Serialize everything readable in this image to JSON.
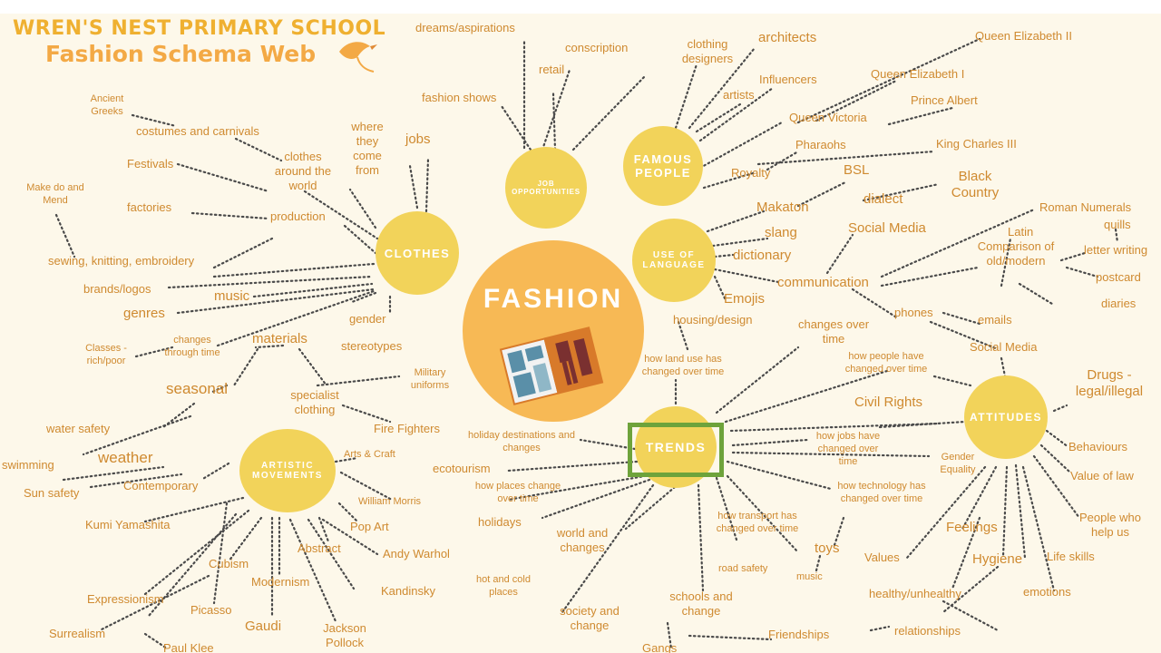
{
  "header": {
    "school": "WREN'S NEST PRIMARY SCHOOL",
    "subtitle": "Fashion Schema Web"
  },
  "center": {
    "label": "FASHION"
  },
  "hubs": {
    "clothes": "CLOTHES",
    "job": "JOB OPPORTUNITIES",
    "famous": "FAMOUS PEOPLE",
    "language": "USE OF LANGUAGE",
    "trends": "TRENDS",
    "artistic": "ARTISTIC MOVEMENTS",
    "attitudes": "ATTITUDES"
  },
  "labels": {
    "dreams": "dreams/aspirations",
    "conscription": "conscription",
    "retail": "retail",
    "fashion_shows": "fashion shows",
    "clothing_designers": "clothing designers",
    "architects": "architects",
    "artists": "artists",
    "influencers": "Influencers",
    "queen_e2": "Queen Elizabeth II",
    "queen_e1": "Queen Elizabeth I",
    "prince_albert": "Prince Albert",
    "queen_victoria": "Queen Victoria",
    "pharaohs": "Pharaohs",
    "king_charles": "King Charles III",
    "royalty": "Royalty",
    "bsl": "BSL",
    "black_country": "Black Country",
    "dialect": "dialect",
    "makaton": "Makaton",
    "slang": "slang",
    "social_media_1": "Social Media",
    "dictionary": "dictionary",
    "roman_numerals": "Roman Numerals",
    "quills": "quills",
    "latin": "Latin",
    "comparison": "Comparison of old/modern",
    "letter_writing": "letter writing",
    "postcard": "postcard",
    "diaries": "diaries",
    "communication": "communication",
    "emojis": "Emojis",
    "phones": "phones",
    "emails": "emails",
    "social_media_2": "Social Media",
    "housing": "housing/design",
    "changes_over_time": "changes over time",
    "land_use": "how land use has changed over time",
    "people_changed": "how people have changed over time",
    "civil_rights": "Civil Rights",
    "drugs": "Drugs - legal/illegal",
    "behaviours": "Behaviours",
    "value_of_law": "Value of law",
    "jobs_changed": "how jobs have changed over time",
    "gender_equality": "Gender Equality",
    "tech_changed": "how technology has changed over time",
    "people_help": "People who help us",
    "feelings": "Feelings",
    "values": "Values",
    "hygiene": "Hygiene",
    "life_skills": "Life skills",
    "emotions": "emotions",
    "healthy": "healthy/unhealthy",
    "relationships": "relationships",
    "friendships": "Friendships",
    "ancient_greeks": "Ancient Greeks",
    "costumes": "costumes and carnivals",
    "where_from": "where they come from",
    "jobs": "jobs",
    "clothes_world": "clothes around the world",
    "festivals": "Festivals",
    "make_do": "Make do and Mend",
    "factories": "factories",
    "production": "production",
    "sewing": "sewing, knitting, embroidery",
    "brands": "brands/logos",
    "music_1": "music",
    "genres": "genres",
    "gender": "gender",
    "stereotypes": "stereotypes",
    "classes": "Classes - rich/poor",
    "changes_through": "changes through time",
    "materials": "materials",
    "seasonal": "seasonal",
    "military": "Military uniforms",
    "specialist": "specialist clothing",
    "fire_fighters": "Fire Fighters",
    "water_safety": "water safety",
    "swimming": "swimming",
    "weather": "weather",
    "sun_safety": "Sun safety",
    "arts_craft": "Arts & Craft",
    "william_morris": "William Morris",
    "contemporary": "Contemporary",
    "kumi": "Kumi Yamashita",
    "pop_art": "Pop Art",
    "andy_warhol": "Andy Warhol",
    "abstract": "Abstract",
    "cubism": "Cubism",
    "kandinsky": "Kandinsky",
    "modernism": "Modernism",
    "expressionism": "Expressionism",
    "picasso": "Picasso",
    "gaudi": "Gaudi",
    "jackson_pollock": "Jackson Pollock",
    "surrealism": "Surrealism",
    "paul_klee": "Paul Klee",
    "holiday_destinations": "holiday destinations and changes",
    "ecotourism": "ecotourism",
    "places_changed": "how places change over time",
    "holidays": "holidays",
    "world_changes": "world and changes",
    "hot_cold": "hot and cold places",
    "transport": "how transport has changed over time",
    "road_safety": "road safety",
    "toys": "toys",
    "music_2": "music",
    "schools": "schools and change",
    "society": "society and change",
    "gangs": "Gangs"
  },
  "colors": {
    "background": "#fdf8ea",
    "hub": "#f2d35a",
    "center": "#f7b955",
    "text": "#cf8a30",
    "highlight": "#6ea33b",
    "dots": "#4a4a4a"
  }
}
